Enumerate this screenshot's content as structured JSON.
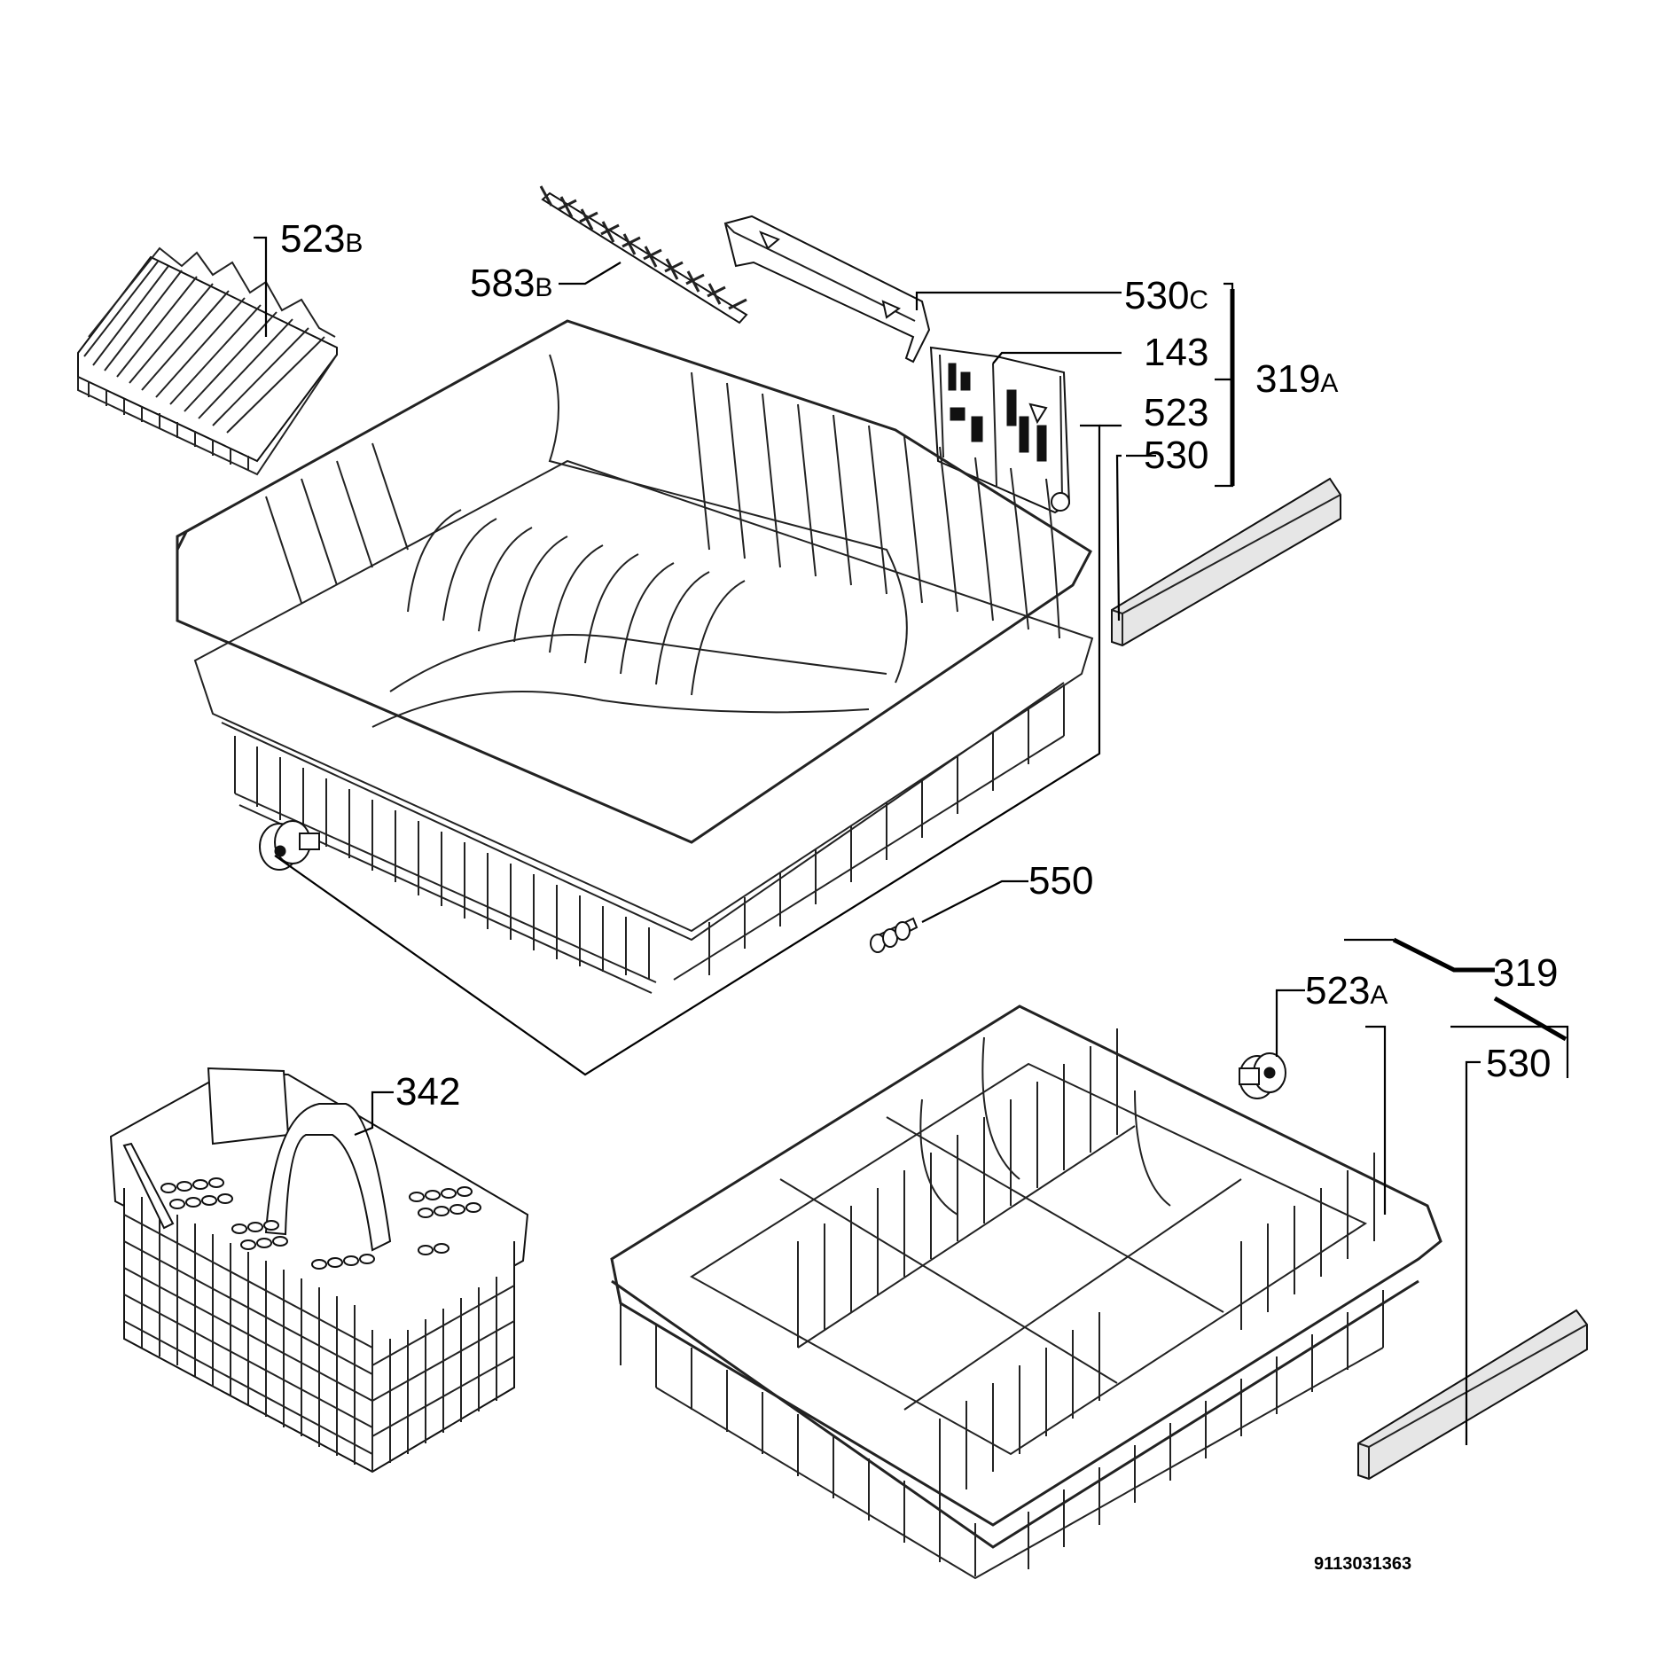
{
  "diagram_code": "9113031363",
  "callouts": [
    {
      "id": "523B",
      "num": "523",
      "suffix": "B"
    },
    {
      "id": "583B",
      "num": "583",
      "suffix": "B"
    },
    {
      "id": "530C",
      "num": "530",
      "suffix": "C"
    },
    {
      "id": "143",
      "num": "143",
      "suffix": ""
    },
    {
      "id": "319A",
      "num": "319",
      "suffix": "A"
    },
    {
      "id": "523",
      "num": "523",
      "suffix": ""
    },
    {
      "id": "530-upper",
      "num": "530",
      "suffix": ""
    },
    {
      "id": "550",
      "num": "550",
      "suffix": ""
    },
    {
      "id": "342",
      "num": "342",
      "suffix": ""
    },
    {
      "id": "523A",
      "num": "523",
      "suffix": "A"
    },
    {
      "id": "319",
      "num": "319",
      "suffix": ""
    },
    {
      "id": "530-lower",
      "num": "530",
      "suffix": ""
    }
  ]
}
